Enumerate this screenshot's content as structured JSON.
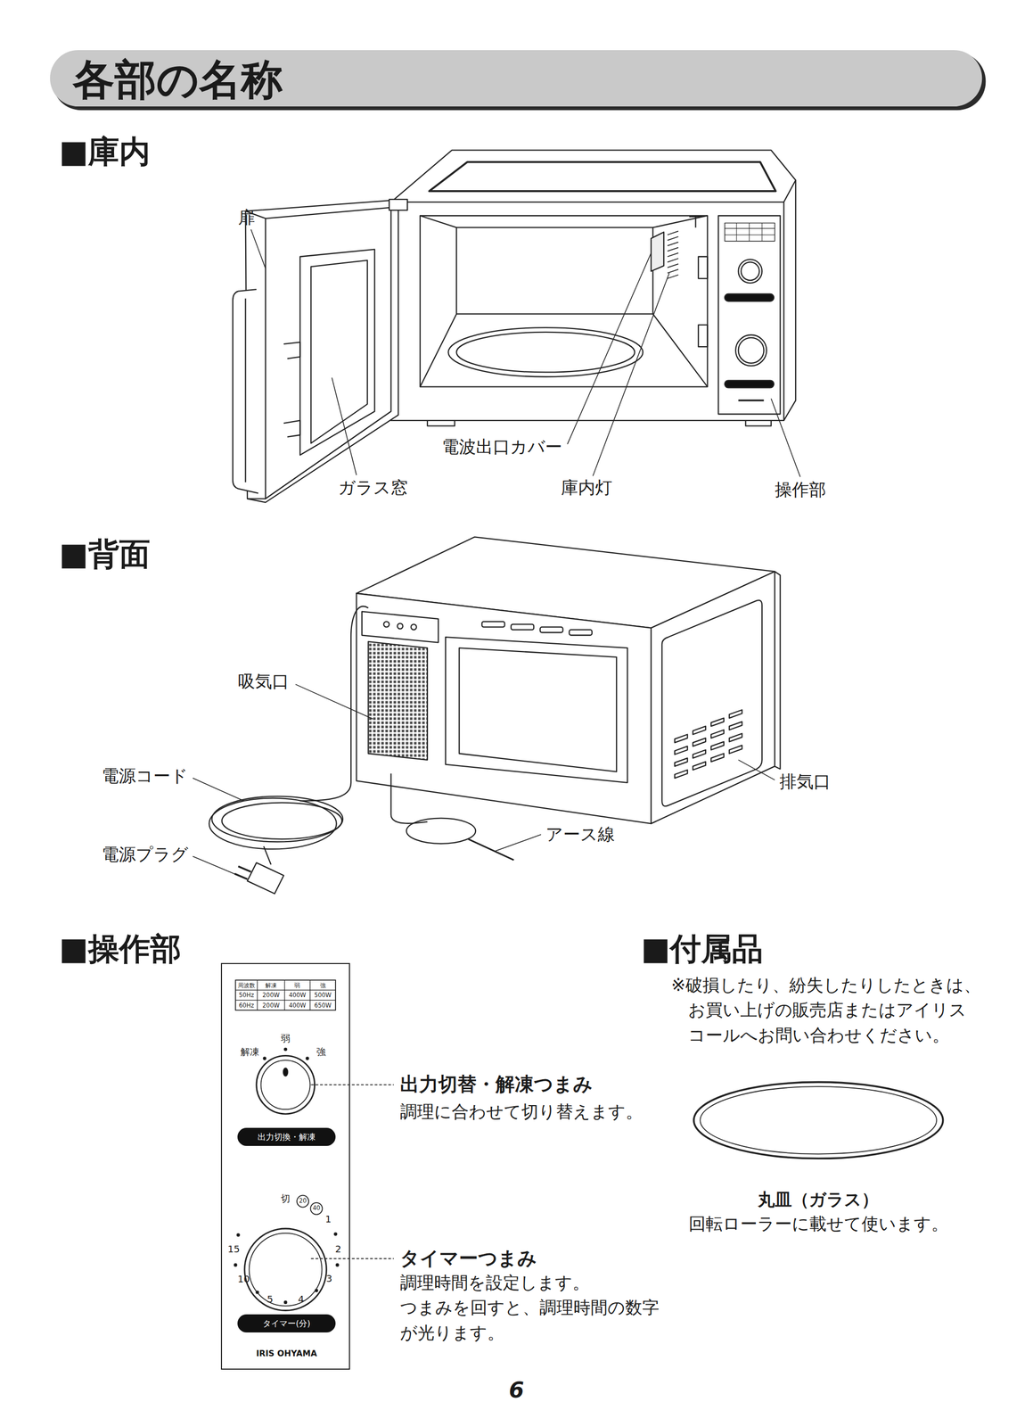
{
  "diagram": {
    "title": "各部の名称",
    "nodes": [
      {
        "text": [
          "IRIS OHYAMA"
        ]
      },
      {
        "text": [
          "出力切換・解凍"
        ],
        "in": 0
      },
      {
        "text": [
          "タイマー(分)"
        ],
        "in": 0
      }
    ],
    "labels": [
      "■庫内",
      "扉",
      "ガラス窓",
      "電波出口カバー",
      "庫内灯",
      "操作部",
      "■背面",
      "吸気口",
      "電源コード",
      "電源プラグ",
      "排気口",
      "アース線",
      "■操作部",
      "周波数",
      "解凍",
      "弱",
      "強",
      "50Hz",
      "200W",
      "400W",
      "500W",
      "60Hz",
      "200W",
      "400W",
      "650W",
      "弱",
      "解凍",
      "強",
      "切",
      "20",
      "40",
      "1",
      "2",
      "3",
      "4",
      "5",
      "10",
      "15",
      "出力切替・解凍つまみ",
      "調理に合わせて切り替えます。",
      "タイマーつまみ",
      "調理時間を設定します。 つまみを回すと、調理時間の数字 が光ります。",
      "■付属品",
      "※破損したり、紛失したりしたときは、 お買い上げの販売店またはアイリス コールへお問い合わせください。",
      "丸皿（ガラス）",
      "回転ローラーに載せて使います。",
      "6"
    ]
  }
}
